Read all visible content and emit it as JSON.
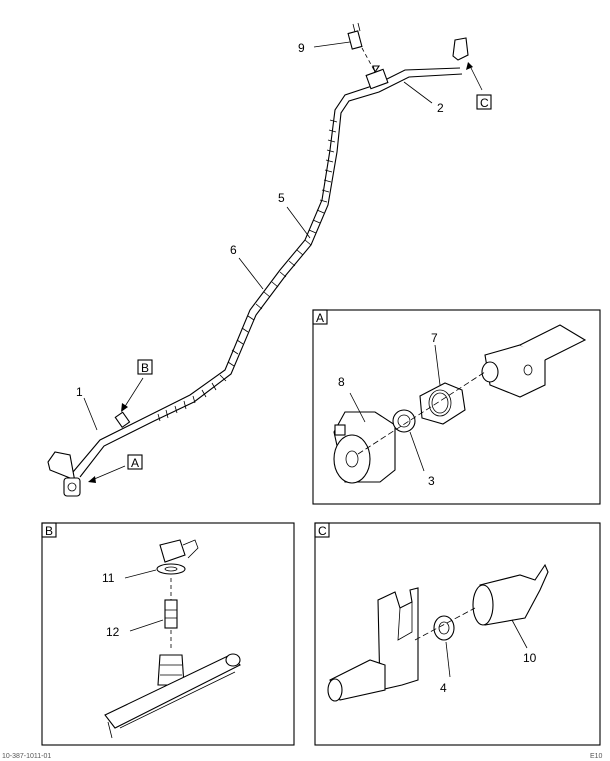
{
  "callouts": {
    "c1": "1",
    "c2": "2",
    "c3": "3",
    "c4": "4",
    "c5": "5",
    "c6": "6",
    "c7": "7",
    "c8": "8",
    "c9": "9",
    "c10": "10",
    "c11": "11",
    "c12": "12"
  },
  "view_tags": {
    "a": "A",
    "b": "B",
    "c": "C"
  },
  "detail_tags": {
    "a": "A",
    "b": "B",
    "c": "C"
  },
  "footer": {
    "left": "10-387-1011-01",
    "right": "E10"
  }
}
